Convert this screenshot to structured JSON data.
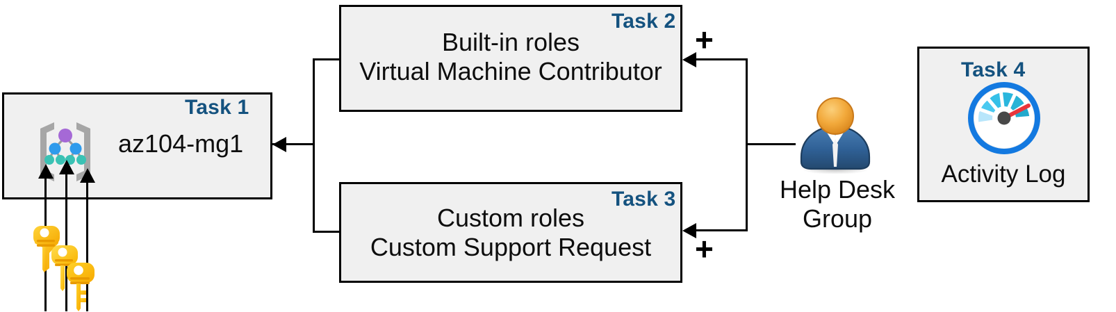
{
  "diagram": {
    "title": "Azure RBAC management group task diagram",
    "accent_color": "#14527f",
    "box_fill": "#f0f0f0",
    "border_color": "#000000"
  },
  "boxes": [
    {
      "id": "task1",
      "label": "Task 1",
      "text": "az104-mg1",
      "icon": "management-group-icon"
    },
    {
      "id": "task2",
      "label": "Task 2",
      "line1": "Built-in roles",
      "line2": "Virtual Machine Contributor"
    },
    {
      "id": "task3",
      "label": "Task 3",
      "line1": "Custom roles",
      "line2": "Custom Support Request"
    },
    {
      "id": "task4",
      "label": "Task 4",
      "text": "Activity Log",
      "icon": "gauge-icon"
    }
  ],
  "actor": {
    "icon": "user-group-icon",
    "line1": "Help Desk",
    "line2": "Group"
  },
  "connectors": {
    "plus_top": "+",
    "plus_bottom": "+"
  },
  "icons": {
    "keys": "keys-icon",
    "management_group": "management-group-icon",
    "gauge": "gauge-icon",
    "user": "user-icon"
  }
}
